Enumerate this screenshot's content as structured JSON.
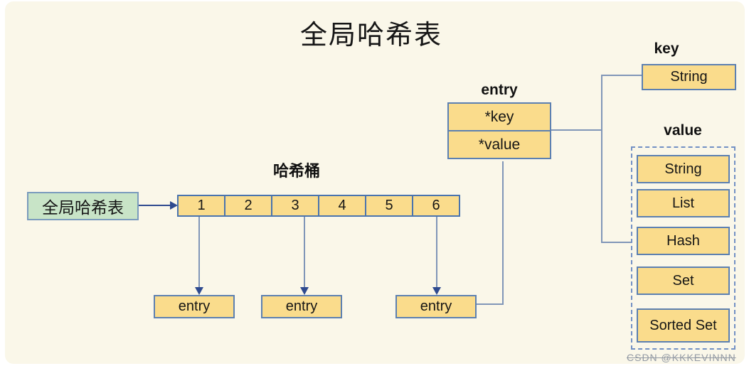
{
  "title": "全局哈希表",
  "global_hash_table_box": {
    "label": "全局哈希表"
  },
  "hash_bucket": {
    "label": "哈希桶",
    "cells": [
      "1",
      "2",
      "3",
      "4",
      "5",
      "6"
    ]
  },
  "entry_nodes": [
    {
      "label": "entry"
    },
    {
      "label": "entry"
    },
    {
      "label": "entry"
    }
  ],
  "entry_struct": {
    "label": "entry",
    "fields": [
      "*key",
      "*value"
    ]
  },
  "key_section": {
    "label": "key",
    "type": "String"
  },
  "value_section": {
    "label": "value",
    "types": [
      "String",
      "List",
      "Hash",
      "Set",
      "Sorted Set"
    ]
  },
  "watermark": "CSDN @KKKEVINNN",
  "colors": {
    "canvas_background": "#faf7e9",
    "node_fill": "#fadc8c",
    "node_border": "#5c80b1",
    "green_fill": "#c8e4c7",
    "connector": "#8096b8",
    "arrowhead": "#2e4a8f"
  }
}
